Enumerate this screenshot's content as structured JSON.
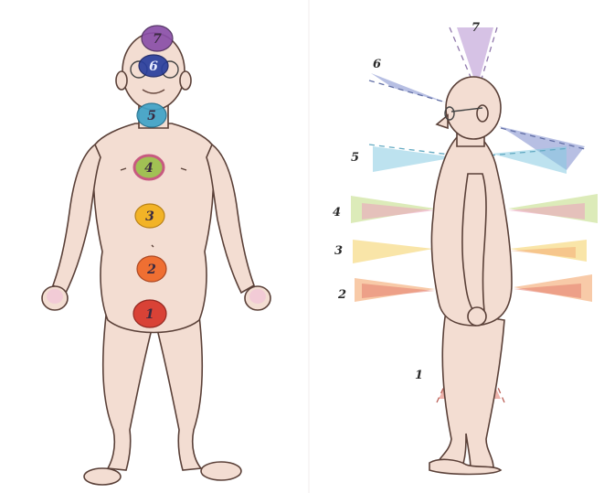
{
  "front_view": {
    "chakras": [
      {
        "label": "7",
        "color": "#8a4fa8"
      },
      {
        "label": "6",
        "color": "#2a3f9e"
      },
      {
        "label": "5",
        "color": "#3fa3c8"
      },
      {
        "label": "4",
        "color": "#9bbf4a"
      },
      {
        "label": "3",
        "color": "#f2b11e"
      },
      {
        "label": "2",
        "color": "#ef6a2a"
      },
      {
        "label": "1",
        "color": "#d83a2e"
      }
    ]
  },
  "side_view": {
    "labels": [
      "7",
      "6",
      "5",
      "4",
      "3",
      "2",
      "1"
    ],
    "ray_colors": {
      "violet": "#9a6cc0",
      "indigo": "#3f55b5",
      "blue": "#5fb9d9",
      "green": "#a9cf55",
      "pink": "#e489a6",
      "yellow": "#f1c640",
      "orange": "#f08a3e",
      "red": "#d84836"
    }
  }
}
